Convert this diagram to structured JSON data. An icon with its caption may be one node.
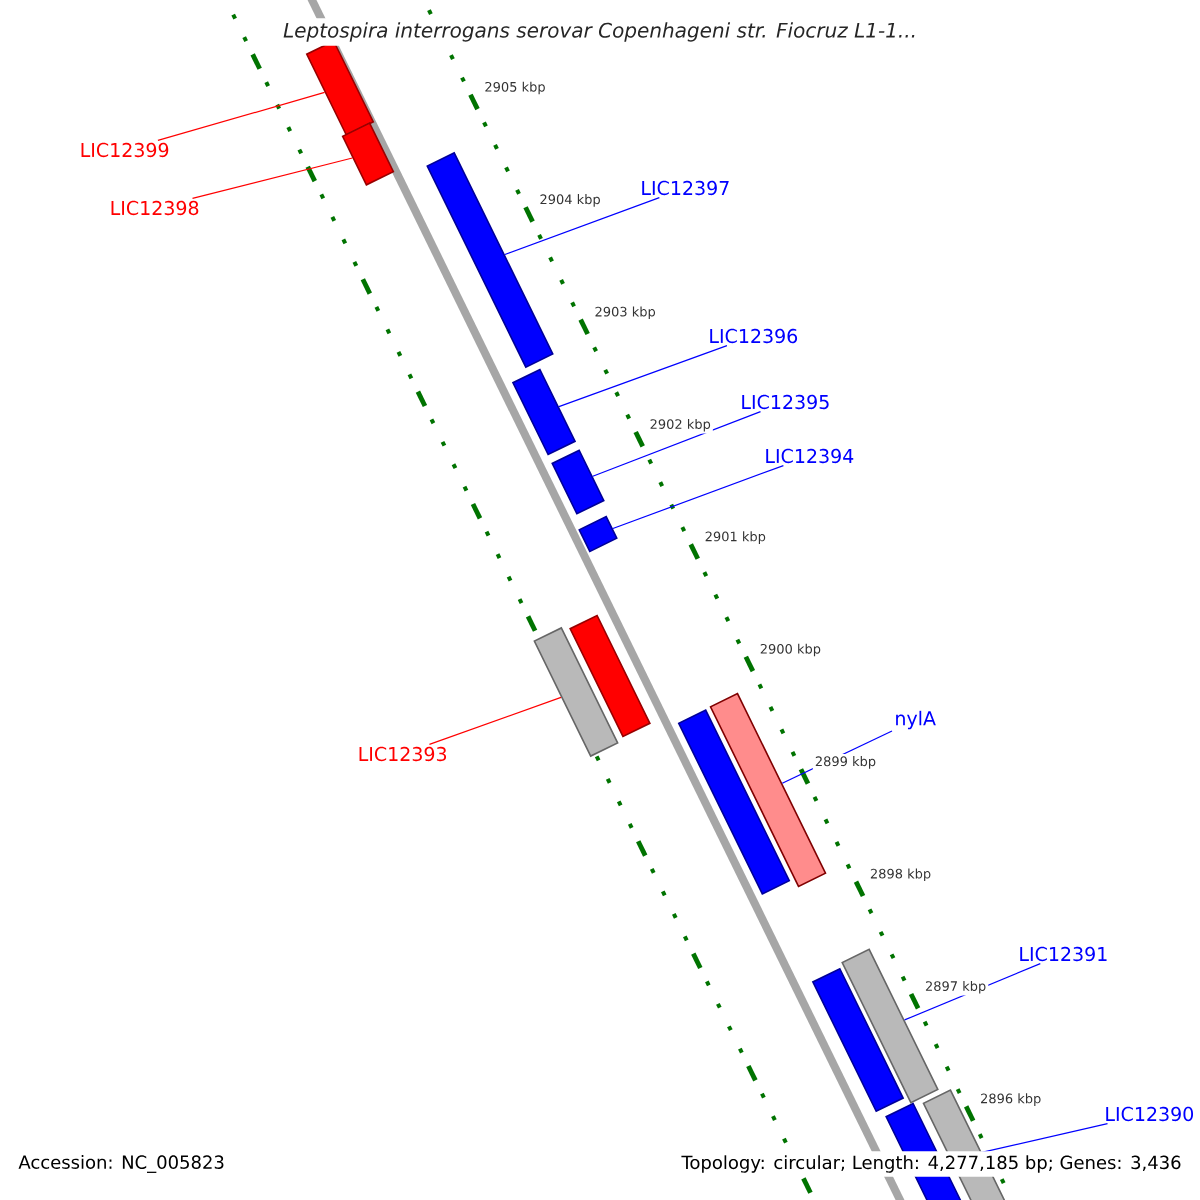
{
  "diagram": {
    "title": "Leptospira interrogans serovar Copenhageni str. Fiocruz L1-1...",
    "nodes": [
      {
        "text": [],
        "shape": "box"
      },
      {
        "text": [],
        "shape": "box"
      },
      {
        "text": [],
        "shape": "box"
      },
      {
        "text": [],
        "shape": "box"
      },
      {
        "text": [],
        "shape": "box"
      },
      {
        "text": [],
        "shape": "box"
      },
      {
        "text": [],
        "shape": "box"
      },
      {
        "text": [],
        "shape": "box"
      },
      {
        "text": [],
        "shape": "box"
      },
      {
        "text": [],
        "shape": "box"
      },
      {
        "text": [],
        "shape": "box"
      },
      {
        "text": [],
        "shape": "box"
      },
      {
        "text": [],
        "shape": "box"
      },
      {
        "text": [],
        "shape": "box"
      },
      {
        "text": [
          "LIC12399"
        ]
      },
      {
        "text": [
          "LIC12398"
        ]
      },
      {
        "text": [
          "LIC12397"
        ]
      },
      {
        "text": [
          "LIC12396"
        ]
      },
      {
        "text": [
          "LIC12395"
        ]
      },
      {
        "text": [
          "LIC12394"
        ]
      },
      {
        "text": [
          "LIC12393"
        ]
      },
      {
        "text": [
          "nylA"
        ]
      },
      {
        "text": [
          "LIC12391"
        ]
      },
      {
        "text": [
          "LIC12390"
        ]
      }
    ],
    "edges": [
      {
        "from": 14,
        "to": 0,
        "arrow": "none",
        "color": "#ff0000"
      },
      {
        "from": 15,
        "to": 1,
        "arrow": "none",
        "color": "#ff0000"
      },
      {
        "from": 16,
        "to": 2,
        "arrow": "none"
      },
      {
        "from": 17,
        "to": 3,
        "arrow": "none"
      },
      {
        "from": 18,
        "to": 4,
        "arrow": "none"
      },
      {
        "from": 19,
        "to": 5,
        "arrow": "none"
      },
      {
        "from": 20,
        "to": 6,
        "arrow": "none",
        "color": "#ff0000"
      },
      {
        "from": 21,
        "to": 9,
        "arrow": "none"
      },
      {
        "from": 22,
        "to": 11,
        "arrow": "none"
      },
      {
        "from": 23,
        "to": 12,
        "arrow": "none"
      }
    ],
    "labels": [
      "2905 kbp",
      "2904 kbp",
      "2903 kbp",
      "2902 kbp",
      "2901 kbp",
      "2900 kbp",
      "2899 kbp",
      "2898 kbp",
      "2897 kbp",
      "2896 kbp",
      "Accession: NC_005823",
      "Topology: circular; Length: 4,277,185 bp; Genes: 3,436"
    ]
  }
}
